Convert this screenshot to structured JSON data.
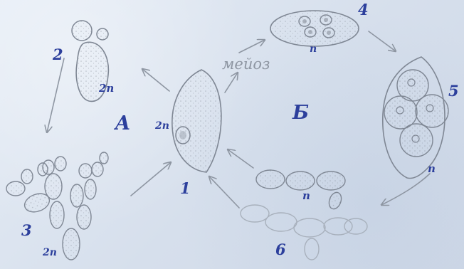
{
  "colors": {
    "paper": "#dfe7f2",
    "pencil": "#7f8794",
    "pencil_light": "#9aa2ae",
    "ink": "#2c3f9c"
  },
  "labels": {
    "stage_1": "1",
    "stage_2": "2",
    "stage_3": "3",
    "stage_4": "4",
    "stage_5": "5",
    "stage_6": "6",
    "ploidy_2n_stage_1": "2n",
    "ploidy_2n_stage_2": "2n",
    "ploidy_2n_stage_3": "2n",
    "ploidy_n_stage_4": "n",
    "ploidy_n_stage_5": "n",
    "ploidy_n_stage_6": "n",
    "meiosis": "мейоз",
    "cycle_a": "A",
    "cycle_b": "Б"
  }
}
